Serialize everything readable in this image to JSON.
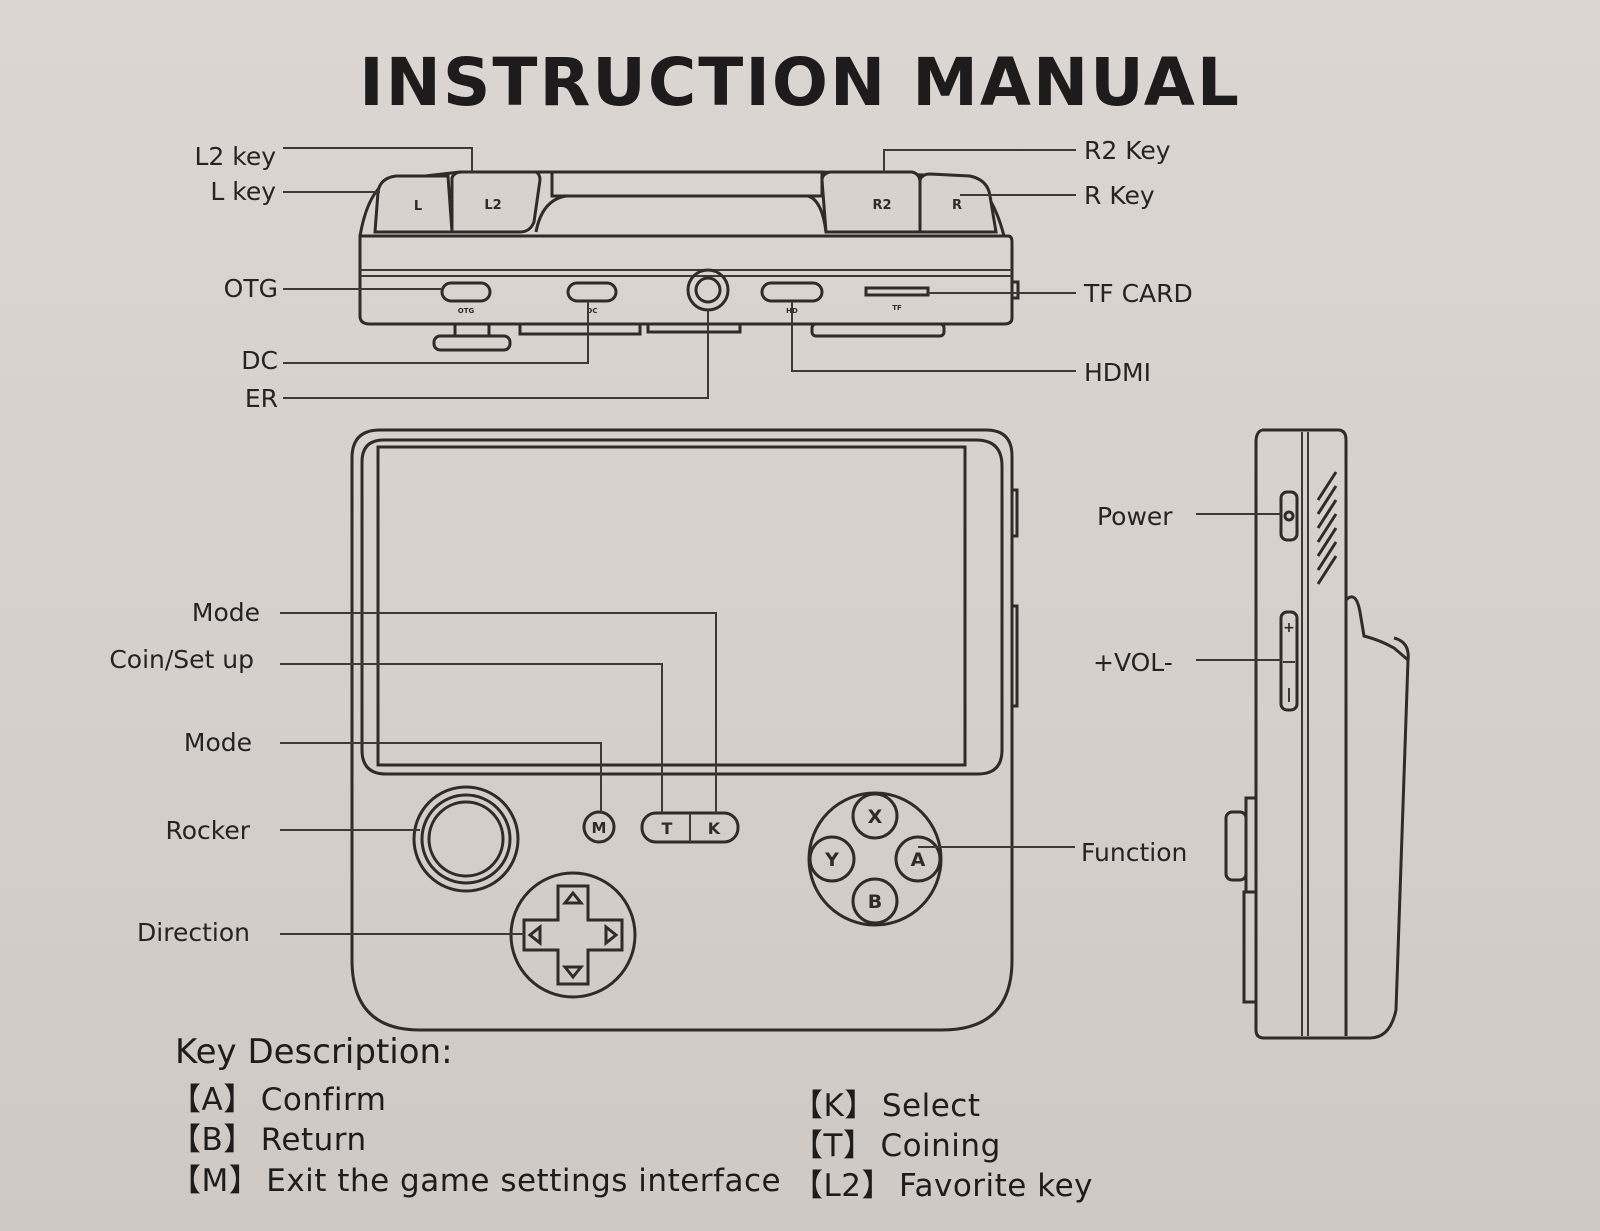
{
  "title": "INSTRUCTION MANUAL",
  "top_view": {
    "labels": {
      "l2_key": "L2 key",
      "l_key": "L key",
      "r2_key": "R2 Key",
      "r_key": "R Key",
      "otg": "OTG",
      "dc": "DC",
      "er": "ER",
      "tf_card": "TF CARD",
      "hdmi": "HDMI"
    },
    "button_marks": {
      "l": "L",
      "l2": "L2",
      "r2": "R2",
      "r": "R"
    },
    "port_marks": {
      "otg": "OTG",
      "dc": "DC",
      "hd": "HD",
      "tf": "TF"
    }
  },
  "front_view": {
    "labels": {
      "mode_upper": "Mode",
      "coin_setup": "Coin/Set up",
      "mode_lower": "Mode",
      "rocker": "Rocker",
      "direction": "Direction",
      "function": "Function"
    },
    "buttons": {
      "m": "M",
      "t": "T",
      "k": "K",
      "x": "X",
      "y": "Y",
      "a": "A",
      "b": "B"
    }
  },
  "side_view": {
    "labels": {
      "power": "Power",
      "volume": "+VOL-"
    }
  },
  "key_description": {
    "heading": "Key Description:",
    "left": [
      {
        "key": "【A】",
        "desc": "Confirm"
      },
      {
        "key": "【B】",
        "desc": "Return"
      },
      {
        "key": "【M】",
        "desc": "Exit the game settings interface"
      }
    ],
    "right": [
      {
        "key": "【K】",
        "desc": "Select"
      },
      {
        "key": "【T】",
        "desc": "Coining"
      },
      {
        "key": "【L2】",
        "desc": "Favorite key"
      }
    ]
  },
  "colors": {
    "paper": "#d8d2ce",
    "ink": "#2f2b29",
    "background": "#3a3633"
  }
}
